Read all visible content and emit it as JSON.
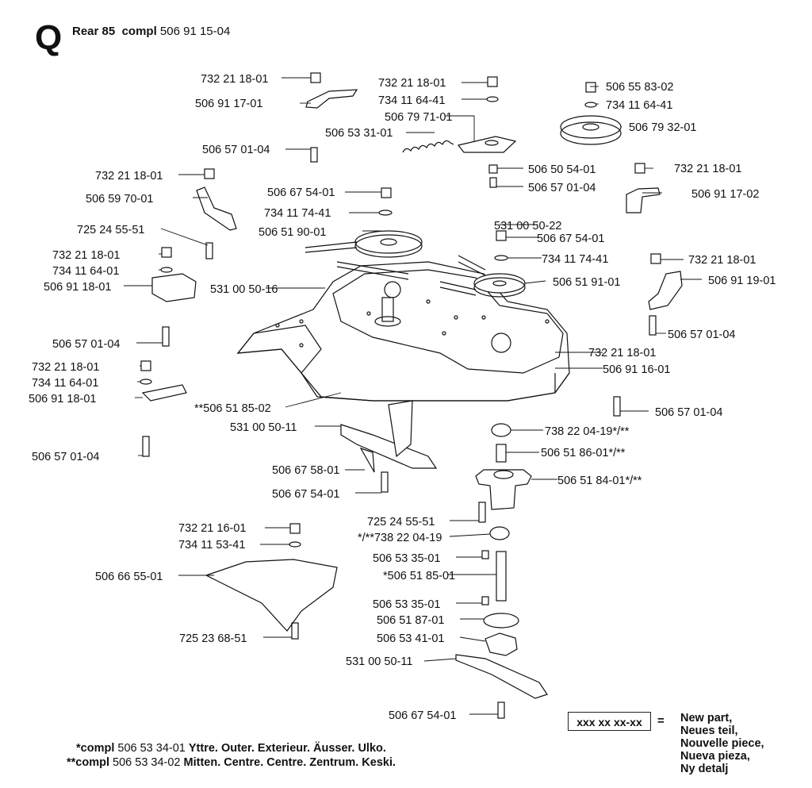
{
  "header": {
    "section_letter": "Q",
    "title_bold_1": "Rear 85",
    "title_bold_2": "compl",
    "title_number": "506 91 15-04"
  },
  "callouts": [
    "732 21 18-01",
    "506 91 17-01",
    "506 57 01-04",
    "732 21 18-01",
    "734 11 64-41",
    "506 79 71-01",
    "506 53 31-01",
    "506 55 83-02",
    "734 11 64-41",
    "506 79 32-01",
    "506 50 54-01",
    "506 57 01-04",
    "732 21 18-01",
    "506 59 70-01",
    "506 67 54-01",
    "734 11 74-41",
    "506 51 90-01",
    "725 24 55-51",
    "732 21 18-01",
    "734 11 64-01",
    "506 91 18-01",
    "531 00 50-16",
    "531 00 50-22",
    "506 67 54-01",
    "734 11 74-41",
    "506 51 91-01",
    "732 21 18-01",
    "506 91 17-02",
    "732 21 18-01",
    "506 91 19-01",
    "506 57 01-04",
    "506 57 01-04",
    "732 21 18-01",
    "506 91 16-01",
    "732 21 18-01",
    "734 11 64-01",
    "506 91 18-01",
    "**506 51 85-02",
    "506 57 01-04",
    "531 00 50-11",
    "738 22 04-19*/**",
    "506 51 86-01*/**",
    "506 57 01-04",
    "506 67 58-01",
    "506 51 84-01*/**",
    "506 67 54-01",
    "732 21 16-01",
    "734 11 53-41",
    "725 24 55-51",
    "*/**738 22 04-19",
    "506 66 55-01",
    "506 53 35-01",
    "*506 51 85-01",
    "506 53 35-01",
    "506 51 87-01",
    "725 23 68-51",
    "506 53 41-01",
    "531 00 50-11",
    "506 67 54-01"
  ],
  "footnotes": [
    {
      "prefix": "*compl",
      "number": "506 53 34-01",
      "desc": "Yttre. Outer. Exterieur. Äusser. Ulko."
    },
    {
      "prefix": "**compl",
      "number": "506 53 34-02",
      "desc": "Mitten. Centre. Centre. Zentrum. Keski."
    }
  ],
  "legend": {
    "box_text": "xxx xx xx-xx",
    "equals": "=",
    "lines": [
      "New part,",
      "Neues teil,",
      "Nouvelle piece,",
      "Nueva pieza,",
      "Ny detalj"
    ]
  }
}
